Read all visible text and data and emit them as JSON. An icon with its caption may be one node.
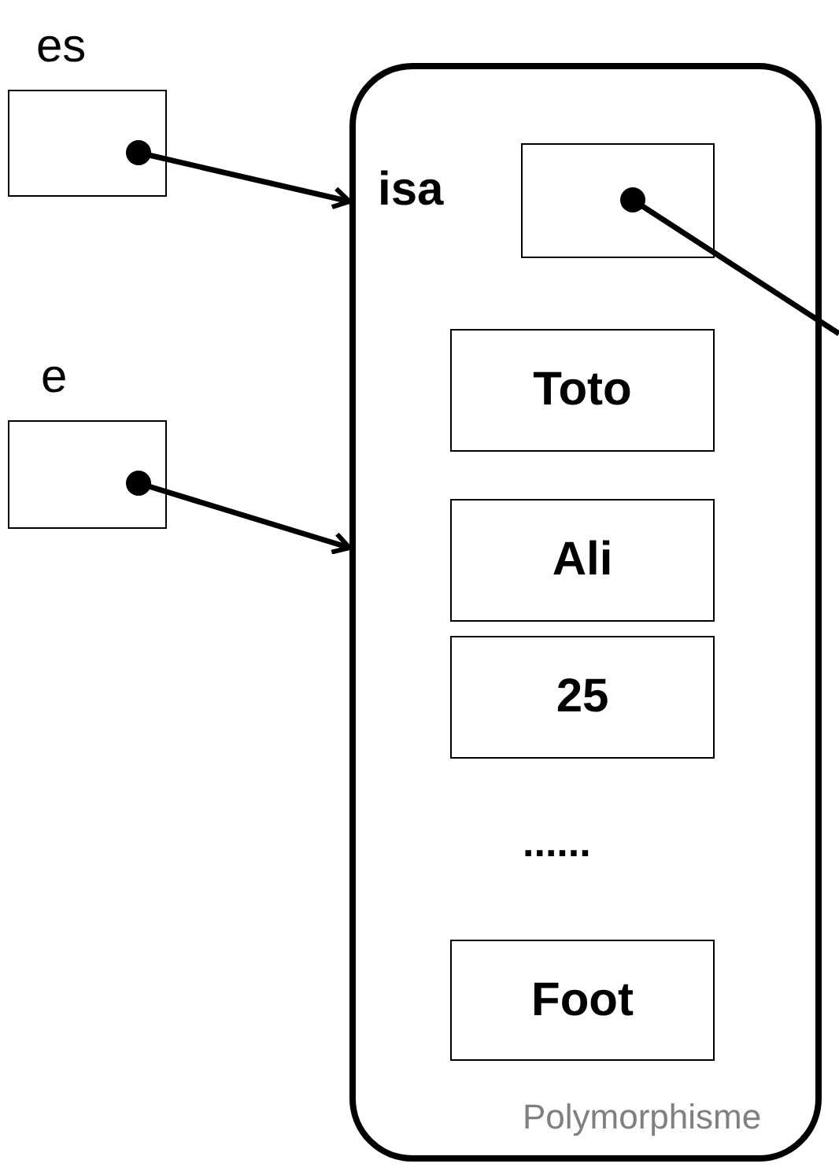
{
  "diagram": {
    "nodes": [
      {
        "text": [
          "es"
        ]
      },
      {
        "text": [
          "e"
        ]
      },
      {
        "text": [],
        "shape": "box"
      },
      {
        "text": [
          "isa"
        ],
        "in": 2
      },
      {
        "text": [
          "Toto"
        ],
        "in": 2
      },
      {
        "text": [
          "Ali"
        ],
        "in": 2
      },
      {
        "text": [
          "25"
        ],
        "in": 2
      },
      {
        "text": [
          "Foot"
        ],
        "in": 2
      }
    ],
    "edges": [
      {
        "from": 0,
        "to": 2,
        "arrow": "to"
      },
      {
        "from": 1,
        "to": 2,
        "arrow": "to"
      },
      {
        "from": 3,
        "to": null,
        "arrow": "other"
      }
    ],
    "labels": [
      "......",
      "Polymorphisme"
    ]
  }
}
